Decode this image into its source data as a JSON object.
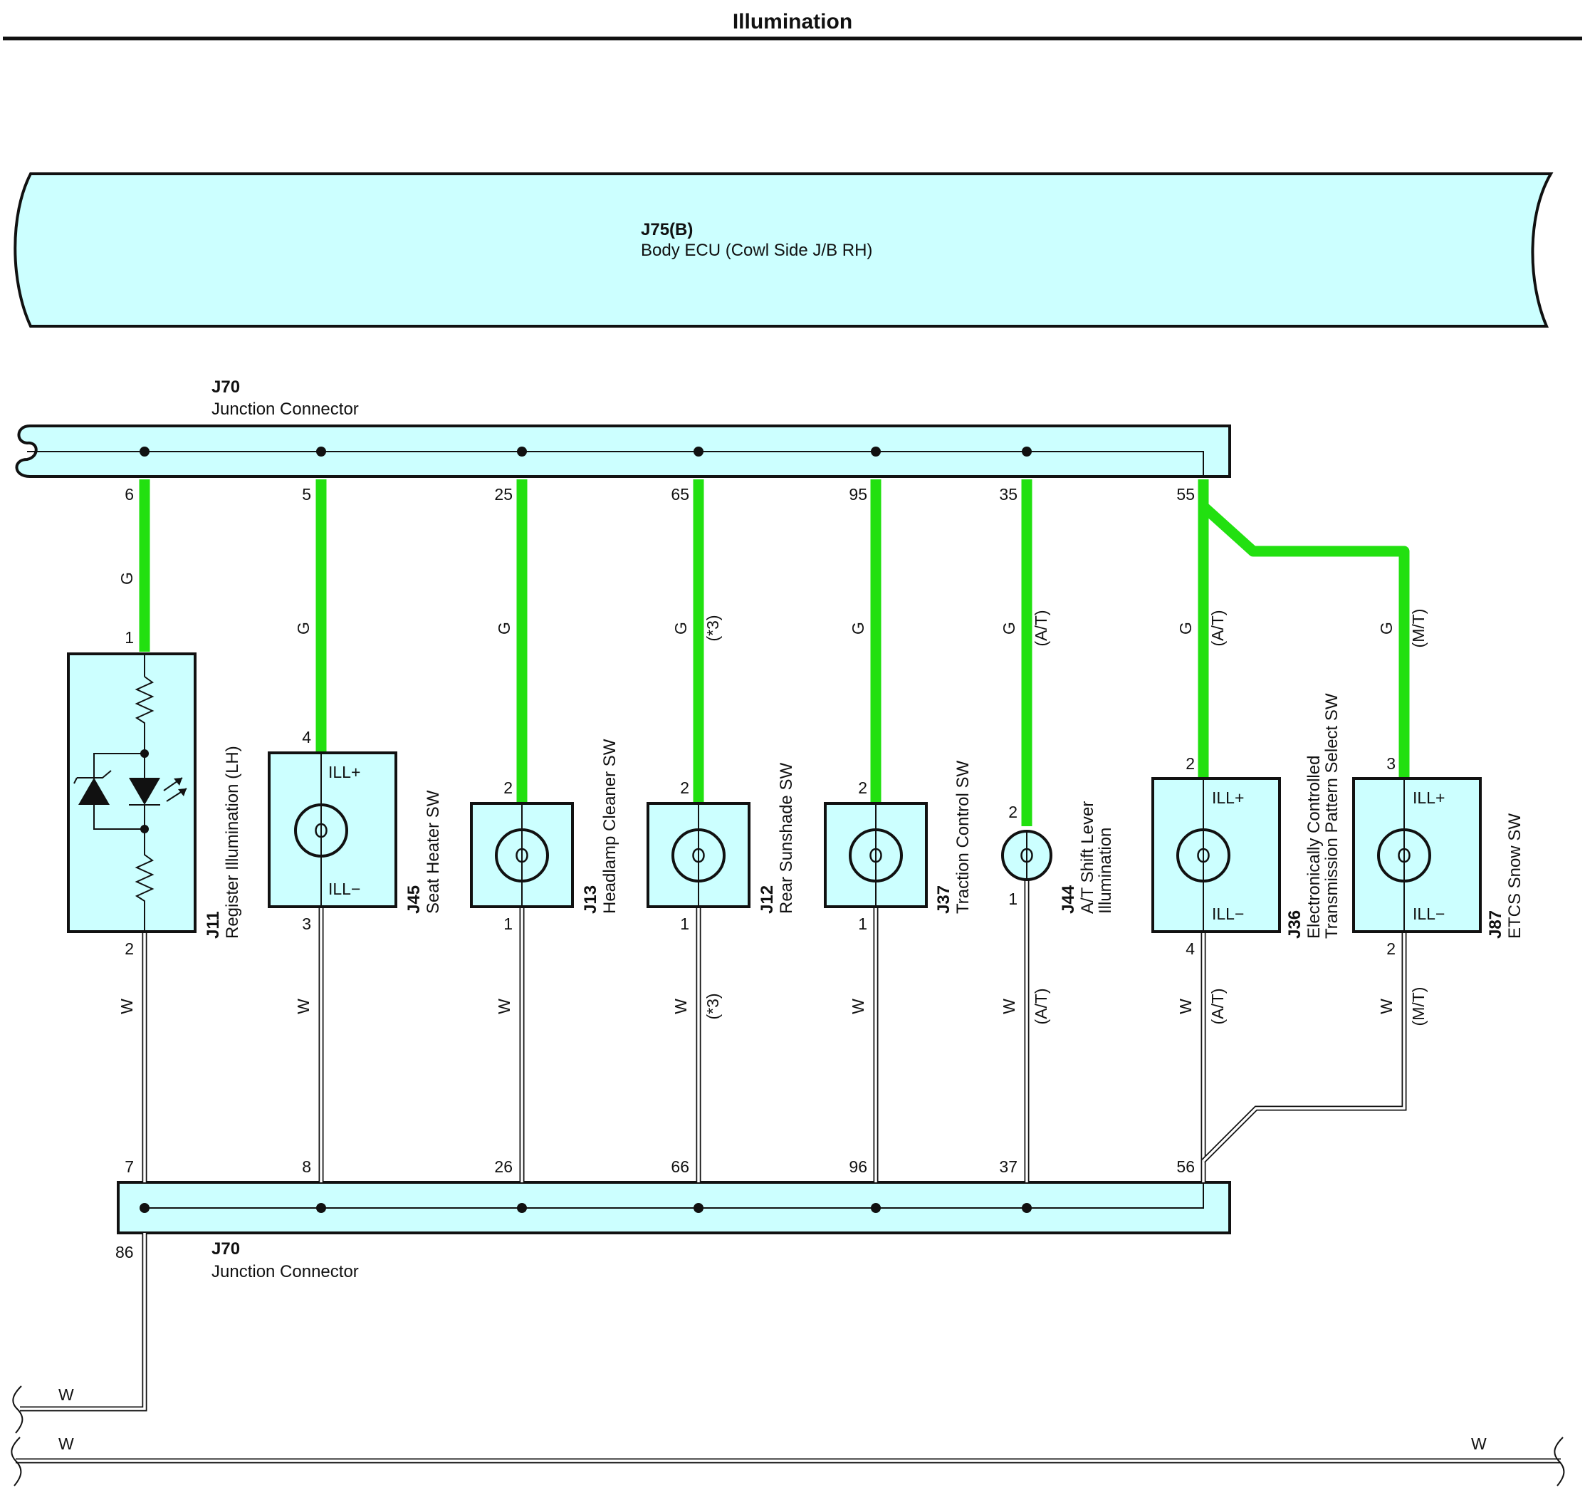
{
  "title": "Illumination",
  "body_ecu": {
    "code": "J75(B)",
    "desc": "Body ECU (Cowl Side J/B RH)"
  },
  "junction_top": {
    "code": "J70",
    "desc": "Junction Connector"
  },
  "junction_bottom": {
    "code": "J70",
    "desc": "Junction Connector",
    "ground_pin": "86"
  },
  "ill_plus": "ILL+",
  "ill_minus": "ILL−",
  "wire_colors": {
    "power": "G",
    "ground": "W"
  },
  "colors": {
    "green_wire": "#22e010",
    "component_fill": "#ccffff",
    "wire_outline": "#111111"
  },
  "components": [
    {
      "code": "J11",
      "name": "Register Illumination (LH)",
      "name2": "",
      "top_pin": "1",
      "bottom_pin": "2",
      "jc_top_pin": "6",
      "jc_bottom_pin": "7",
      "variant_top": "",
      "variant_bottom": "",
      "icon": "resistor-led-network-icon"
    },
    {
      "code": "J45",
      "name": "Seat Heater SW",
      "name2": "",
      "top_pin": "4",
      "bottom_pin": "3",
      "jc_top_pin": "5",
      "jc_bottom_pin": "8",
      "variant_top": "",
      "variant_bottom": "",
      "icon": "bulb-icon"
    },
    {
      "code": "J13",
      "name": "Headlamp Cleaner SW",
      "name2": "",
      "top_pin": "2",
      "bottom_pin": "1",
      "jc_top_pin": "25",
      "jc_bottom_pin": "26",
      "variant_top": "",
      "variant_bottom": "",
      "icon": "bulb-icon"
    },
    {
      "code": "J12",
      "name": "Rear Sunshade SW",
      "name2": "",
      "top_pin": "2",
      "bottom_pin": "1",
      "jc_top_pin": "65",
      "jc_bottom_pin": "66",
      "variant_top": "(*3)",
      "variant_bottom": "(*3)",
      "icon": "bulb-icon"
    },
    {
      "code": "J37",
      "name": "Traction Control SW",
      "name2": "",
      "top_pin": "2",
      "bottom_pin": "1",
      "jc_top_pin": "95",
      "jc_bottom_pin": "96",
      "variant_top": "",
      "variant_bottom": "",
      "icon": "bulb-icon"
    },
    {
      "code": "J44",
      "name": "A/T Shift Lever",
      "name2": "Illumination",
      "top_pin": "2",
      "bottom_pin": "1",
      "jc_top_pin": "35",
      "jc_bottom_pin": "37",
      "variant_top": "(A/T)",
      "variant_bottom": "(A/T)",
      "icon": "bulb-icon"
    },
    {
      "code": "J36",
      "name": "Electronically Controlled",
      "name2": "Transmission Pattern Select SW",
      "top_pin": "2",
      "bottom_pin": "4",
      "jc_top_pin": "55",
      "jc_bottom_pin": "56",
      "variant_top": "(A/T)",
      "variant_bottom": "(A/T)",
      "icon": "bulb-icon"
    },
    {
      "code": "J87",
      "name": "ETCS Snow SW",
      "name2": "",
      "top_pin": "3",
      "bottom_pin": "2",
      "jc_top_pin": "",
      "jc_bottom_pin": "",
      "variant_top": "(M/T)",
      "variant_bottom": "(M/T)",
      "icon": "bulb-icon"
    }
  ]
}
